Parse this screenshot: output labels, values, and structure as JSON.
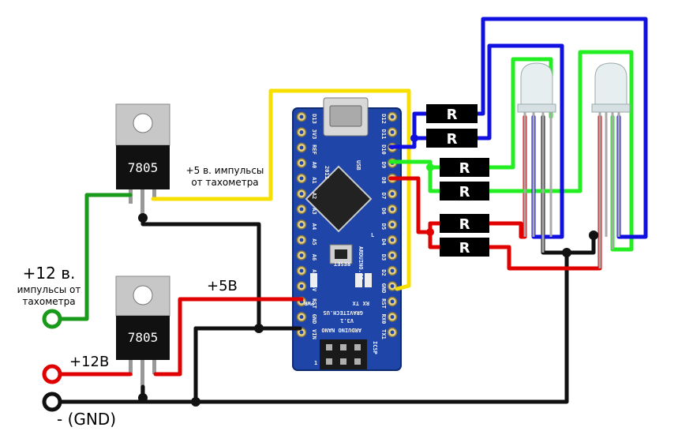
{
  "colors": {
    "wire_red": "#e00000",
    "wire_black": "#111111",
    "wire_green_dark": "#1a9a1a",
    "wire_green": "#22ee22",
    "wire_blue": "#1010e0",
    "wire_yellow": "#f7e000",
    "board_blue": "#1f45a8",
    "resistor_fill": "#000000"
  },
  "regulator_top": {
    "label": "7805"
  },
  "regulator_bottom": {
    "label": "7805"
  },
  "labels": {
    "pulse_5v_line1": "+5 в. импульсы",
    "pulse_5v_line2": "от тахометра",
    "plus12_pulse_big": "+12 в.",
    "plus12_pulse_line2": "импульсы от",
    "plus12_pulse_line3": "тахометра",
    "plus5v": "+5В",
    "plus12v": "+12В",
    "gnd": "-  (GND)"
  },
  "resistors": [
    {
      "label": "R"
    },
    {
      "label": "R"
    },
    {
      "label": "R"
    },
    {
      "label": "R"
    },
    {
      "label": "R"
    },
    {
      "label": "R"
    }
  ],
  "board": {
    "pins_right": [
      "D12",
      "D11",
      "D10",
      "D9",
      "D8",
      "D7",
      "D6",
      "D5",
      "D4",
      "D3",
      "D2",
      "GND",
      "RST",
      "RX0",
      "TX1"
    ],
    "pins_left": [
      "D13",
      "3V3",
      "REF",
      "A0",
      "A1",
      "A2",
      "A3",
      "A4",
      "A5",
      "A6",
      "A7",
      "5V",
      "RST",
      "GND",
      "VIN"
    ],
    "silk": {
      "year": "2011",
      "usb": "USB",
      "site": "ARDUINO.CC",
      "maker": "GRAVITECH.US",
      "version": "V3.1",
      "model": "ARDUINO NANO",
      "reset": "RESET",
      "pwr": "PWR",
      "tx": "TX",
      "rx": "RX",
      "l": "L",
      "icsp": "ICSP",
      "one": "1"
    }
  }
}
